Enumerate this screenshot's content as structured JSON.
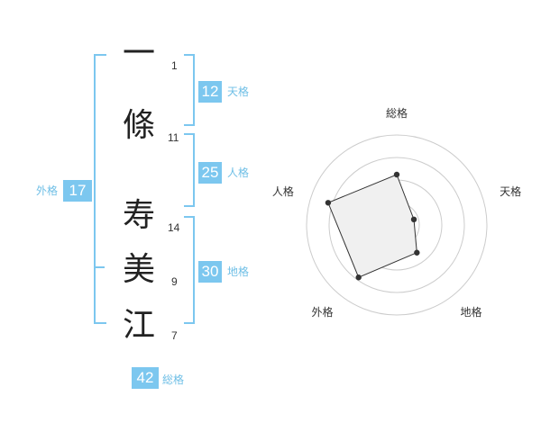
{
  "name": {
    "chars": [
      {
        "char": "一",
        "strokes": "1"
      },
      {
        "char": "條",
        "strokes": "11"
      },
      {
        "char": "寿",
        "strokes": "14"
      },
      {
        "char": "美",
        "strokes": "9"
      },
      {
        "char": "江",
        "strokes": "7"
      }
    ]
  },
  "fortunes": {
    "tenkaku": {
      "value": "12",
      "label": "天格"
    },
    "jinkaku": {
      "value": "25",
      "label": "人格"
    },
    "chikaku": {
      "value": "30",
      "label": "地格"
    },
    "gaikaku": {
      "value": "17",
      "label": "外格"
    },
    "soukaku": {
      "value": "42",
      "label": "総格"
    }
  },
  "colors": {
    "accent": "#7cc7ef",
    "accent_text": "#6fbfe6",
    "radar_fill": "#f0f0f0",
    "radar_ring": "#cccccc"
  },
  "chart_data": {
    "type": "radar",
    "categories": [
      "総格",
      "天格",
      "地格",
      "外格",
      "人格"
    ],
    "values": [
      0.56,
      0.2,
      0.38,
      0.72,
      0.8
    ],
    "max": 1,
    "rings": 4
  }
}
